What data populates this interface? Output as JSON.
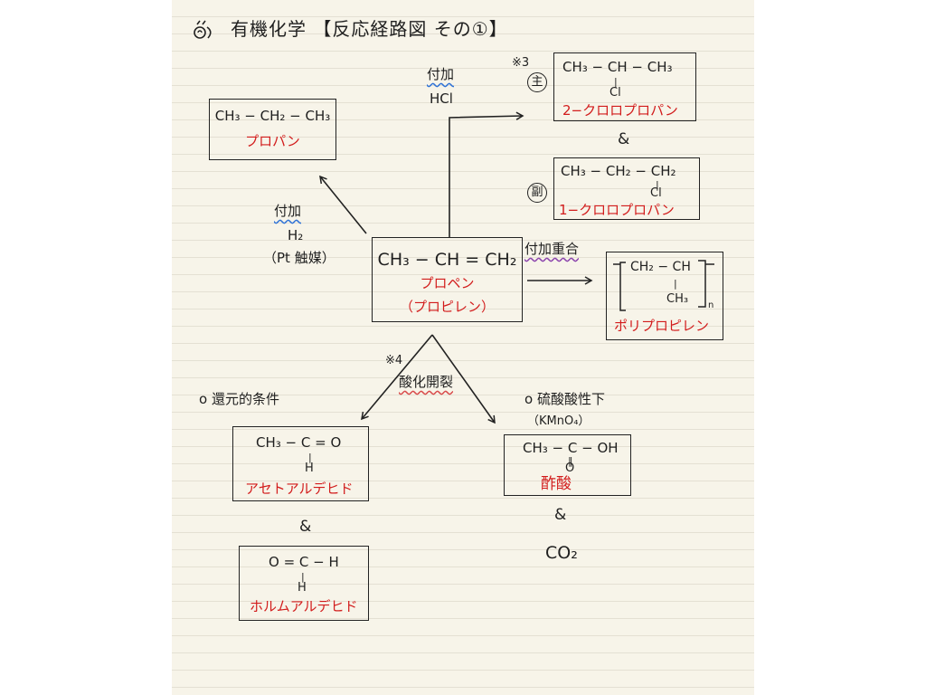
{
  "page": {
    "title": "有機化学 【反応経路図 その①】",
    "title_icon": "swirl-doodle-icon"
  },
  "colors": {
    "paper": "#f7f4e9",
    "ruled_line": "#e4e0d3",
    "ink": "#1f1f1f",
    "red_ink": "#d21c1c",
    "blue_wave": "#2f72d6",
    "purple_wave": "#8b44ad",
    "red_wave": "#d94b4b"
  },
  "center": {
    "formula": "CH₃ − CH = CH₂",
    "name": "プロペン",
    "alt_name": "（プロピレン）"
  },
  "propane": {
    "formula": "CH₃ − CH₂ − CH₃",
    "name": "プロパン",
    "label": "付加",
    "reagent": "H₂",
    "catalyst": "（Pt 触媒）"
  },
  "hcl_addition": {
    "note": "※3",
    "label": "付加",
    "reagent": "HCl",
    "major": {
      "marker": "主",
      "formula_main": "CH₃ − CH − CH₃",
      "branch_bond": "|",
      "branch": "Cl",
      "name": "2−クロロプロパン"
    },
    "and": "&",
    "minor": {
      "marker": "副",
      "formula_main": "CH₃ − CH₂ − CH₂",
      "branch_bond": "|",
      "branch": "Cl",
      "name": "1−クロロプロパン"
    }
  },
  "polymer": {
    "label": "付加重合",
    "formula_main": "CH₂ − CH",
    "branch_bond": "|",
    "branch": "CH₃",
    "subscript": "n",
    "name": "ポリプロピレン"
  },
  "oxidation": {
    "note": "※4",
    "label": "酸化開裂",
    "reducing": {
      "condition": "o 還元的条件",
      "product1": {
        "formula_main": "CH₃ − C = O",
        "branch_bond": "|",
        "branch": "H",
        "name": "アセトアルデヒド"
      },
      "and": "&",
      "product2": {
        "formula_main": "O = C − H",
        "branch_bond": "|",
        "branch": "H",
        "name": "ホルムアルデヒド"
      }
    },
    "acidic": {
      "condition": "o 硫酸酸性下",
      "reagent": "（KMnO₄）",
      "product1": {
        "formula_main": "CH₃ − C − OH",
        "branch_bond": "‖",
        "branch": "O",
        "name": "酢酸"
      },
      "and": "&",
      "product2": "CO₂"
    }
  }
}
